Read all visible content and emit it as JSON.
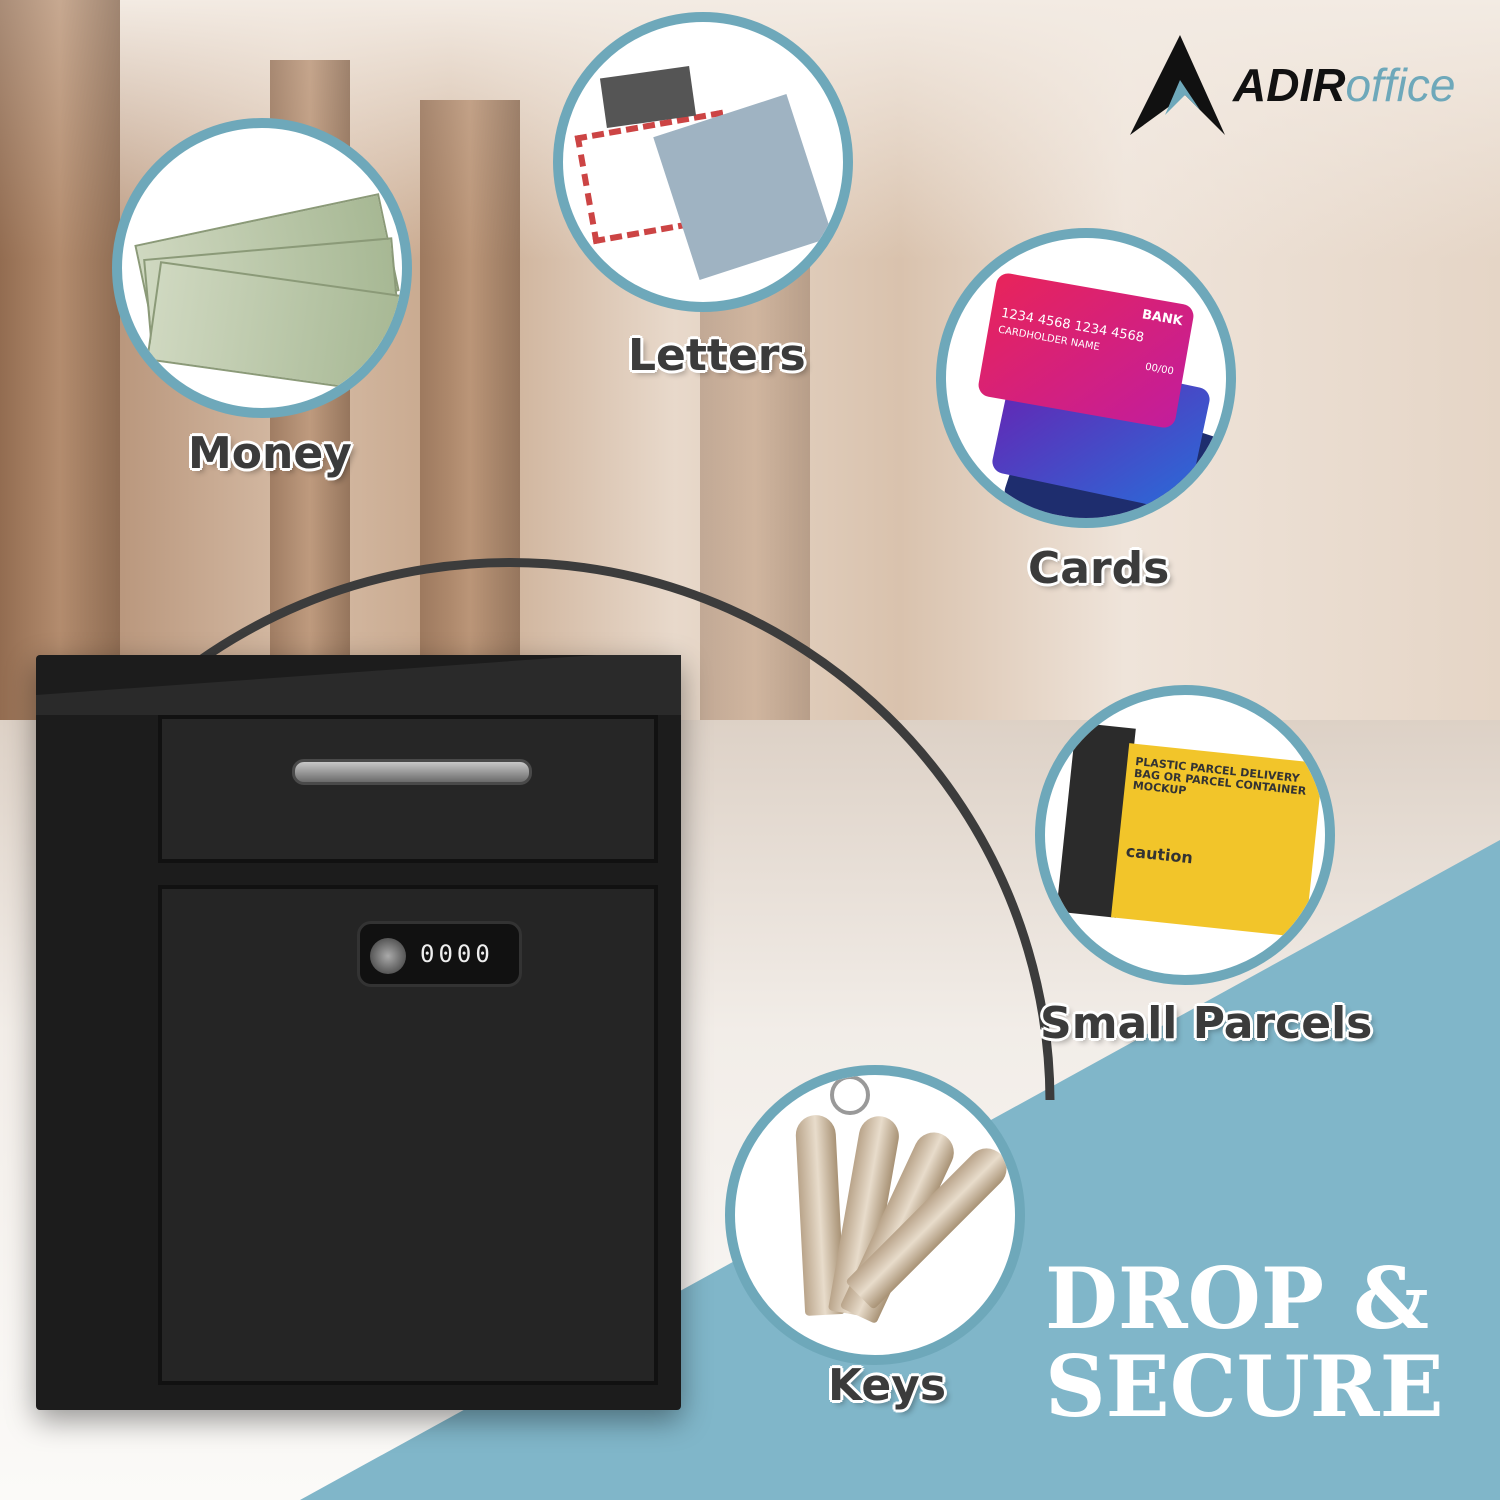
{
  "brand": {
    "name_bold": "ADIR",
    "name_light": "office",
    "colors": {
      "accent": "#6ea8ba",
      "dark": "#111111"
    }
  },
  "items": [
    {
      "label": "Money",
      "icon": "money-icon"
    },
    {
      "label": "Letters",
      "icon": "envelope-icon"
    },
    {
      "label": "Cards",
      "icon": "credit-card-icon"
    },
    {
      "label": "Small Parcels",
      "icon": "parcel-icon"
    },
    {
      "label": "Keys",
      "icon": "keys-icon"
    }
  ],
  "card_text": {
    "bank": "BANK",
    "number": "1234 4568 1234 4568",
    "holder": "CARDHOLDER NAME",
    "expiry": "00/00"
  },
  "parcel_text": {
    "title": "PLASTIC PARCEL DELIVERY BAG OR PARCEL CONTAINER MOCKUP",
    "caution": "caution"
  },
  "lock_digits": "0000",
  "headline": {
    "line1": "DROP &",
    "line2": "SECURE"
  },
  "colors": {
    "banner": "#80b6c9",
    "circle_border": "#6ea8ba"
  }
}
